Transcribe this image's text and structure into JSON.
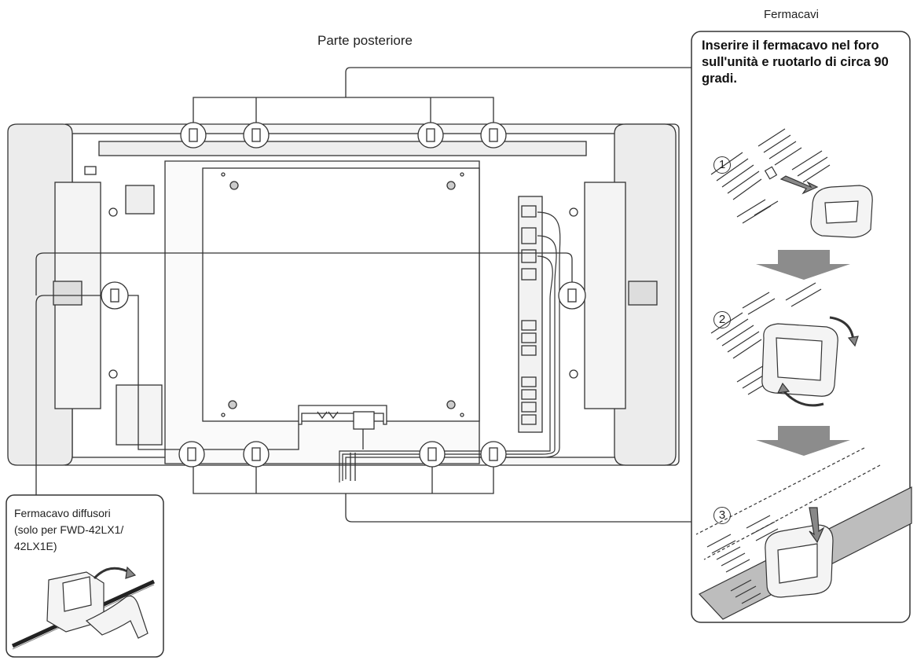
{
  "labels": {
    "rear_title": "Parte posteriore",
    "clamps_title": "Fermacavi",
    "instruction": "Inserire il fermacavo nel foro sull'unità e ruotarlo di circa 90 gradi.",
    "speaker_clamp": {
      "line1": "Fermacavo diffusori",
      "line2": "(solo per FWD-42LX1/",
      "line3": "42LX1E)"
    }
  },
  "steps": [
    "①",
    "②",
    "③"
  ],
  "colors": {
    "line": "#333333",
    "arrow": "#8c8c8c",
    "cable_band": "#bdbdbd",
    "panel_fill": "#f4f4f4",
    "speaker_fill": "#ececec"
  }
}
